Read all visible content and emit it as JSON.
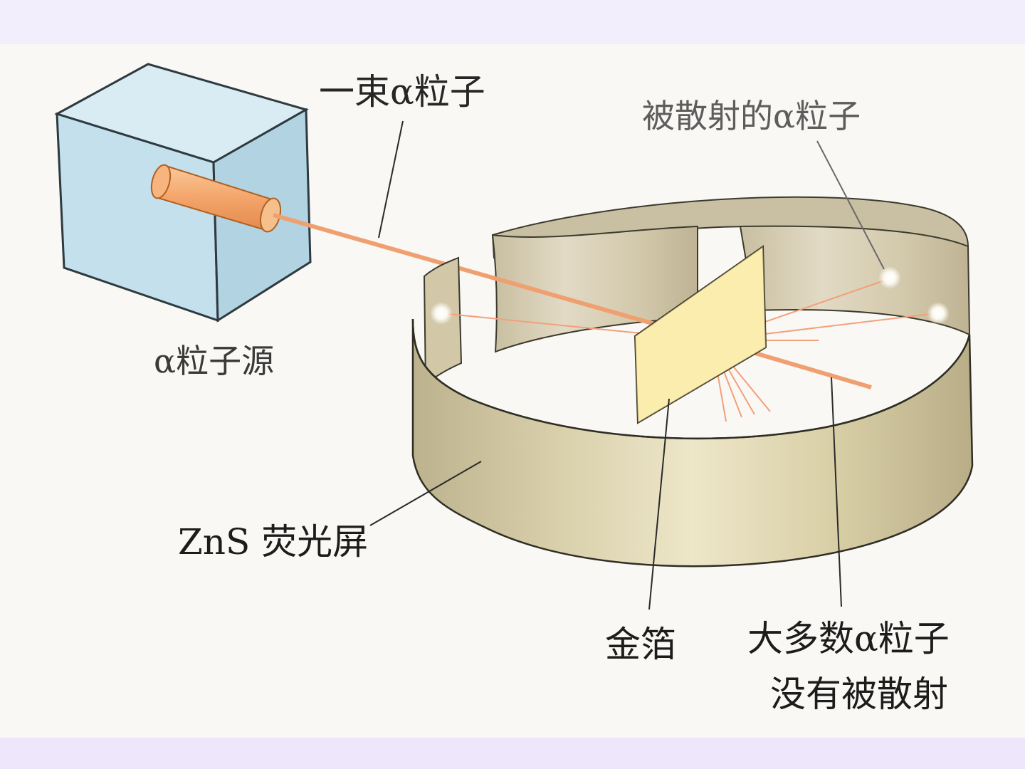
{
  "labels": {
    "beam": "一束α粒子",
    "scattered": "被散射的α粒子",
    "source": "α粒子源",
    "screen": "ZnS 荧光屏",
    "foil": "金箔",
    "most_line1": "大多数α粒子",
    "most_line2": "没有被散射"
  },
  "colors": {
    "background": "#f3eefb",
    "box_face": "#cfe6ef",
    "beam": "#f0a070",
    "foil": "#f7e9a4",
    "screen": "#d8ceac"
  }
}
